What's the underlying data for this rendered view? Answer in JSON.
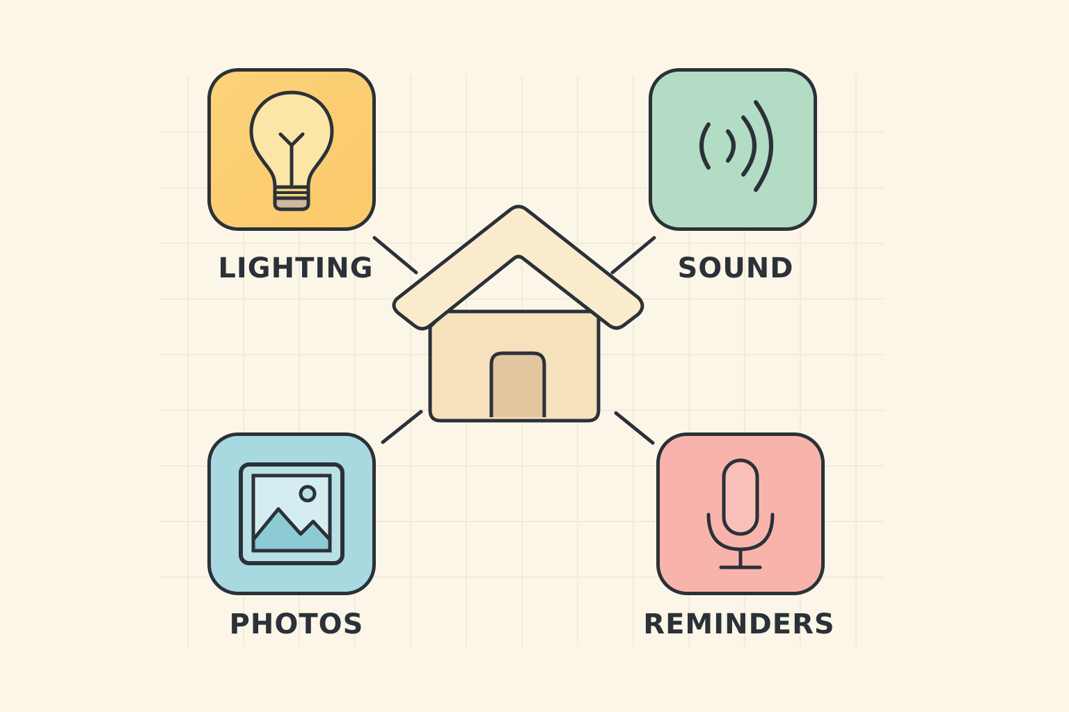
{
  "colors": {
    "background": "#fcf6e8",
    "outline": "#2b3138",
    "lighting": "#fcd27a",
    "sound": "#b2dcc4",
    "photos": "#a9d9e0",
    "reminders": "#f8b4ac",
    "house": "#f5e1bc",
    "roof": "#fbebcd",
    "door": "#e3c59f"
  },
  "center": {
    "icon": "house-icon"
  },
  "nodes": [
    {
      "id": "lighting",
      "label": "LIGHTING",
      "icon": "lightbulb-icon"
    },
    {
      "id": "sound",
      "label": "SOUND",
      "icon": "sound-waves-icon"
    },
    {
      "id": "photos",
      "label": "PHOTOS",
      "icon": "image-icon"
    },
    {
      "id": "reminders",
      "label": "REMINDERS",
      "icon": "microphone-icon"
    }
  ]
}
